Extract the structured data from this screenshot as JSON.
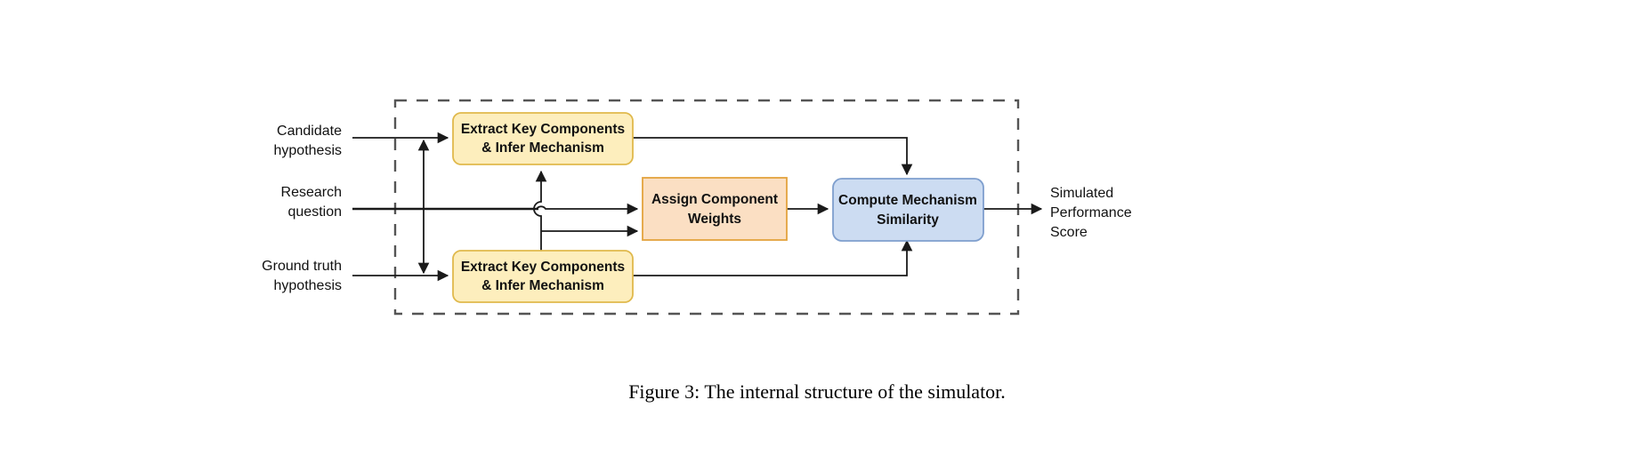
{
  "figure": {
    "caption": "Figure 3: The internal structure of the simulator.",
    "boundary_style": "dashed"
  },
  "colors": {
    "yellow_fill": "#fdeebd",
    "yellow_stroke": "#e0b94c",
    "orange_fill": "#fbdfc3",
    "orange_stroke": "#e3a33e",
    "blue_fill": "#ccdcf2",
    "blue_stroke": "#7f9fce",
    "line": "#1a1a1a",
    "dashed_boundary": "#555555",
    "text": "#111111"
  },
  "inputs": [
    {
      "id": "candidate",
      "line1": "Candidate",
      "line2": "hypothesis"
    },
    {
      "id": "research",
      "line1": "Research",
      "line2": "question"
    },
    {
      "id": "ground_truth",
      "line1": "Ground truth",
      "line2": "hypothesis"
    }
  ],
  "outputs": [
    {
      "id": "score",
      "line1": "Simulated",
      "line2": "Performance",
      "line3": "Score"
    }
  ],
  "nodes": [
    {
      "id": "extract_candidate",
      "line1": "Extract Key Components",
      "line2": "& Infer Mechanism",
      "fill": "#fdeebd",
      "stroke": "#e0b94c",
      "shape": "rounded"
    },
    {
      "id": "extract_ground_truth",
      "line1": "Extract Key Components",
      "line2": "& Infer Mechanism",
      "fill": "#fdeebd",
      "stroke": "#e0b94c",
      "shape": "rounded"
    },
    {
      "id": "assign_weights",
      "line1": "Assign Component",
      "line2": "Weights",
      "fill": "#fbdfc3",
      "stroke": "#e3a33e",
      "shape": "rect"
    },
    {
      "id": "compute_similarity",
      "line1": "Compute Mechanism",
      "line2": "Similarity",
      "fill": "#ccdcf2",
      "stroke": "#7f9fce",
      "shape": "rounded"
    }
  ],
  "edges": [
    {
      "id": "candidate-to-extract-top",
      "from": "candidate",
      "to": "extract_candidate"
    },
    {
      "id": "ground-truth-to-extract-bottom",
      "from": "ground_truth",
      "to": "extract_ground_truth"
    },
    {
      "id": "research-question-to-assign-weights",
      "from": "research",
      "to": "assign_weights"
    },
    {
      "id": "extract-bottom-to-extract-top",
      "from": "extract_ground_truth",
      "to": "extract_candidate"
    },
    {
      "id": "extract-bottom-to-assign-weights",
      "from": "extract_ground_truth",
      "to": "assign_weights"
    },
    {
      "id": "extract-top-to-compute",
      "from": "extract_candidate",
      "to": "compute_similarity"
    },
    {
      "id": "extract-bottom-to-compute",
      "from": "extract_ground_truth",
      "to": "compute_similarity"
    },
    {
      "id": "assign-weights-to-compute",
      "from": "assign_weights",
      "to": "compute_similarity"
    },
    {
      "id": "compute-to-score",
      "from": "compute_similarity",
      "to": "score"
    },
    {
      "id": "candidate-groundtruth-link",
      "from": "candidate",
      "to": "ground_truth",
      "bidirectional": true
    }
  ]
}
